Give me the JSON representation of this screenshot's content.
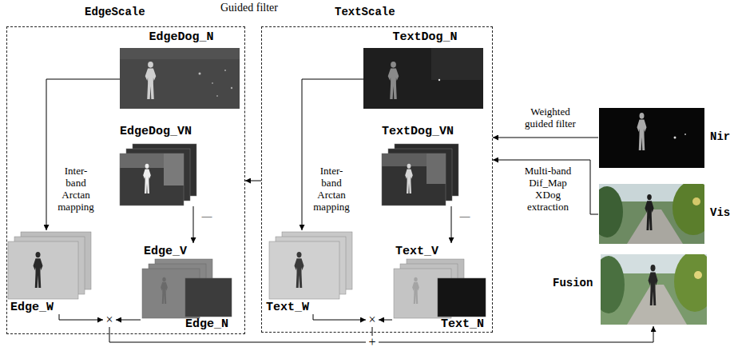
{
  "diagram": {
    "nodes": [
      {
        "text": [
          "EdgeScale"
        ]
      },
      {
        "text": [
          "EdgeDog_N"
        ],
        "in": 0
      },
      {
        "text": [
          "EdgeDog_VN"
        ],
        "in": 0
      },
      {
        "text": [
          "Edge_W"
        ],
        "in": 0
      },
      {
        "text": [
          "Edge_V"
        ],
        "in": 0
      },
      {
        "text": [
          "Edge_N"
        ],
        "in": 0
      },
      {
        "text": [
          "×"
        ],
        "in": 0
      },
      {
        "text": [
          "TextScale"
        ]
      },
      {
        "text": [
          "TextDog_N"
        ],
        "in": 7
      },
      {
        "text": [
          "TextDog_VN"
        ],
        "in": 7
      },
      {
        "text": [
          "Text_W"
        ],
        "in": 7
      },
      {
        "text": [
          "Text_V"
        ],
        "in": 7
      },
      {
        "text": [
          "Text_N"
        ],
        "in": 7
      },
      {
        "text": [
          "×"
        ],
        "in": 7
      },
      {
        "text": [
          "+"
        ]
      },
      {
        "text": [
          "Nir"
        ]
      },
      {
        "text": [
          "Vis"
        ]
      },
      {
        "text": [
          "Fusion"
        ]
      }
    ],
    "edges": [
      {
        "from": 15,
        "to": 7,
        "arrow": "to",
        "label": "Weighted guided filter"
      },
      {
        "from": 16,
        "to": 7,
        "arrow": "to",
        "label": "Multi-band Dif_Map XDog extraction"
      },
      {
        "from": 7,
        "to": 0,
        "arrow": "to"
      },
      {
        "from": 1,
        "to": 3,
        "arrow": "to",
        "label": "Inter- band Arctan mapping"
      },
      {
        "from": 2,
        "to": 4,
        "arrow": "to",
        "label": "—"
      },
      {
        "from": 3,
        "to": 6,
        "arrow": "to"
      },
      {
        "from": 4,
        "to": 6,
        "arrow": "to"
      },
      {
        "from": 8,
        "to": 10,
        "arrow": "to",
        "label": "Inter- band Arctan mapping"
      },
      {
        "from": 9,
        "to": 11,
        "arrow": "to",
        "label": "—"
      },
      {
        "from": 10,
        "to": 13,
        "arrow": "to"
      },
      {
        "from": 11,
        "to": 13,
        "arrow": "to"
      },
      {
        "from": 6,
        "to": 14,
        "arrow": "none"
      },
      {
        "from": 13,
        "to": 14,
        "arrow": "none"
      },
      {
        "from": 14,
        "to": 17,
        "arrow": "to"
      }
    ],
    "labels": [
      "Guided filter"
    ]
  }
}
